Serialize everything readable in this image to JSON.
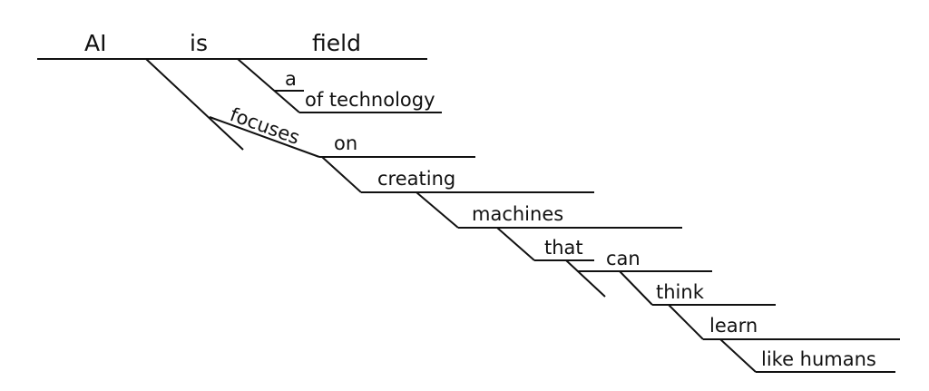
{
  "diagram": {
    "words": {
      "subject": "AI",
      "verb": "is",
      "complement": "field",
      "article": "a",
      "prep_phrase": "of technology",
      "relative_verb": "focuses",
      "prep": "on",
      "gerund": "creating",
      "object": "machines",
      "relative_pronoun": "that",
      "modal": "can",
      "verb1": "think",
      "verb2": "learn",
      "adverbial": "like humans"
    },
    "line_color": "#111111"
  }
}
